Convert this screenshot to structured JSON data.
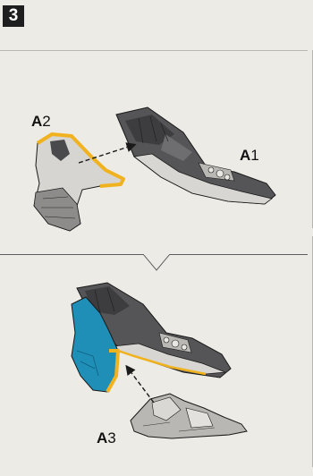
{
  "step": {
    "number": "3"
  },
  "top_panel": {
    "labels": {
      "a2": {
        "letter": "A",
        "number": "2"
      },
      "a1": {
        "letter": "A",
        "number": "1"
      }
    }
  },
  "bottom_panel": {
    "labels": {
      "a3": {
        "letter": "A",
        "number": "3"
      }
    }
  },
  "colors": {
    "background": "#ecebe6",
    "part_dark": "#4a4a4c",
    "part_light": "#d9d8d4",
    "glue_highlight": "#f1b21f",
    "attached_part": "#1f8fb8",
    "arrow": "#1a1a1a"
  }
}
